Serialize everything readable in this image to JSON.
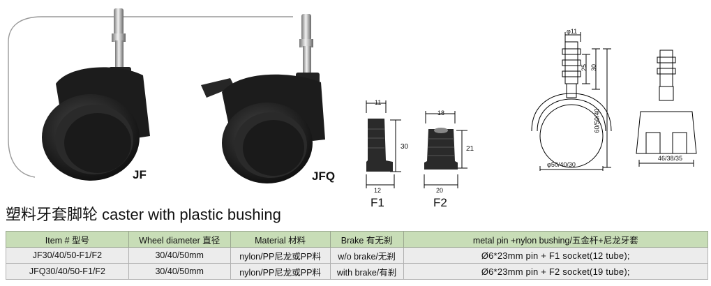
{
  "photos": {
    "jf_label": "JF",
    "jfq_label": "JFQ"
  },
  "bushings": {
    "f1": {
      "label": "F1",
      "top": "11",
      "height": "30",
      "bottom": "12"
    },
    "f2": {
      "label": "F2",
      "top": "18",
      "height": "21",
      "bottom": "20"
    }
  },
  "drawing": {
    "pin_dia": "φ11",
    "pin_len": "25",
    "stem_len": "30",
    "total_height": "60/50/40",
    "wheel_dia": "φ50/40/30",
    "width": "46/38/35"
  },
  "heading": "塑料牙套脚轮 caster with plastic bushing",
  "table": {
    "headers": [
      "Item # 型号",
      "Wheel diameter 直径",
      "Material 材料",
      "Brake 有无刹",
      "metal pin +nylon bushing/五金杆+尼龙牙套"
    ],
    "rows": [
      [
        "JF30/40/50-F1/F2",
        "30/40/50mm",
        "nylon/PP尼龙或PP料",
        "w/o brake/无刹",
        "Ø6*23mm pin + F1 socket(12 tube);"
      ],
      [
        "JFQ30/40/50-F1/F2",
        "30/40/50mm",
        "nylon/PP尼龙或PP料",
        "with brake/有刹",
        "Ø6*23mm pin + F2 socket(19 tube);"
      ]
    ]
  }
}
